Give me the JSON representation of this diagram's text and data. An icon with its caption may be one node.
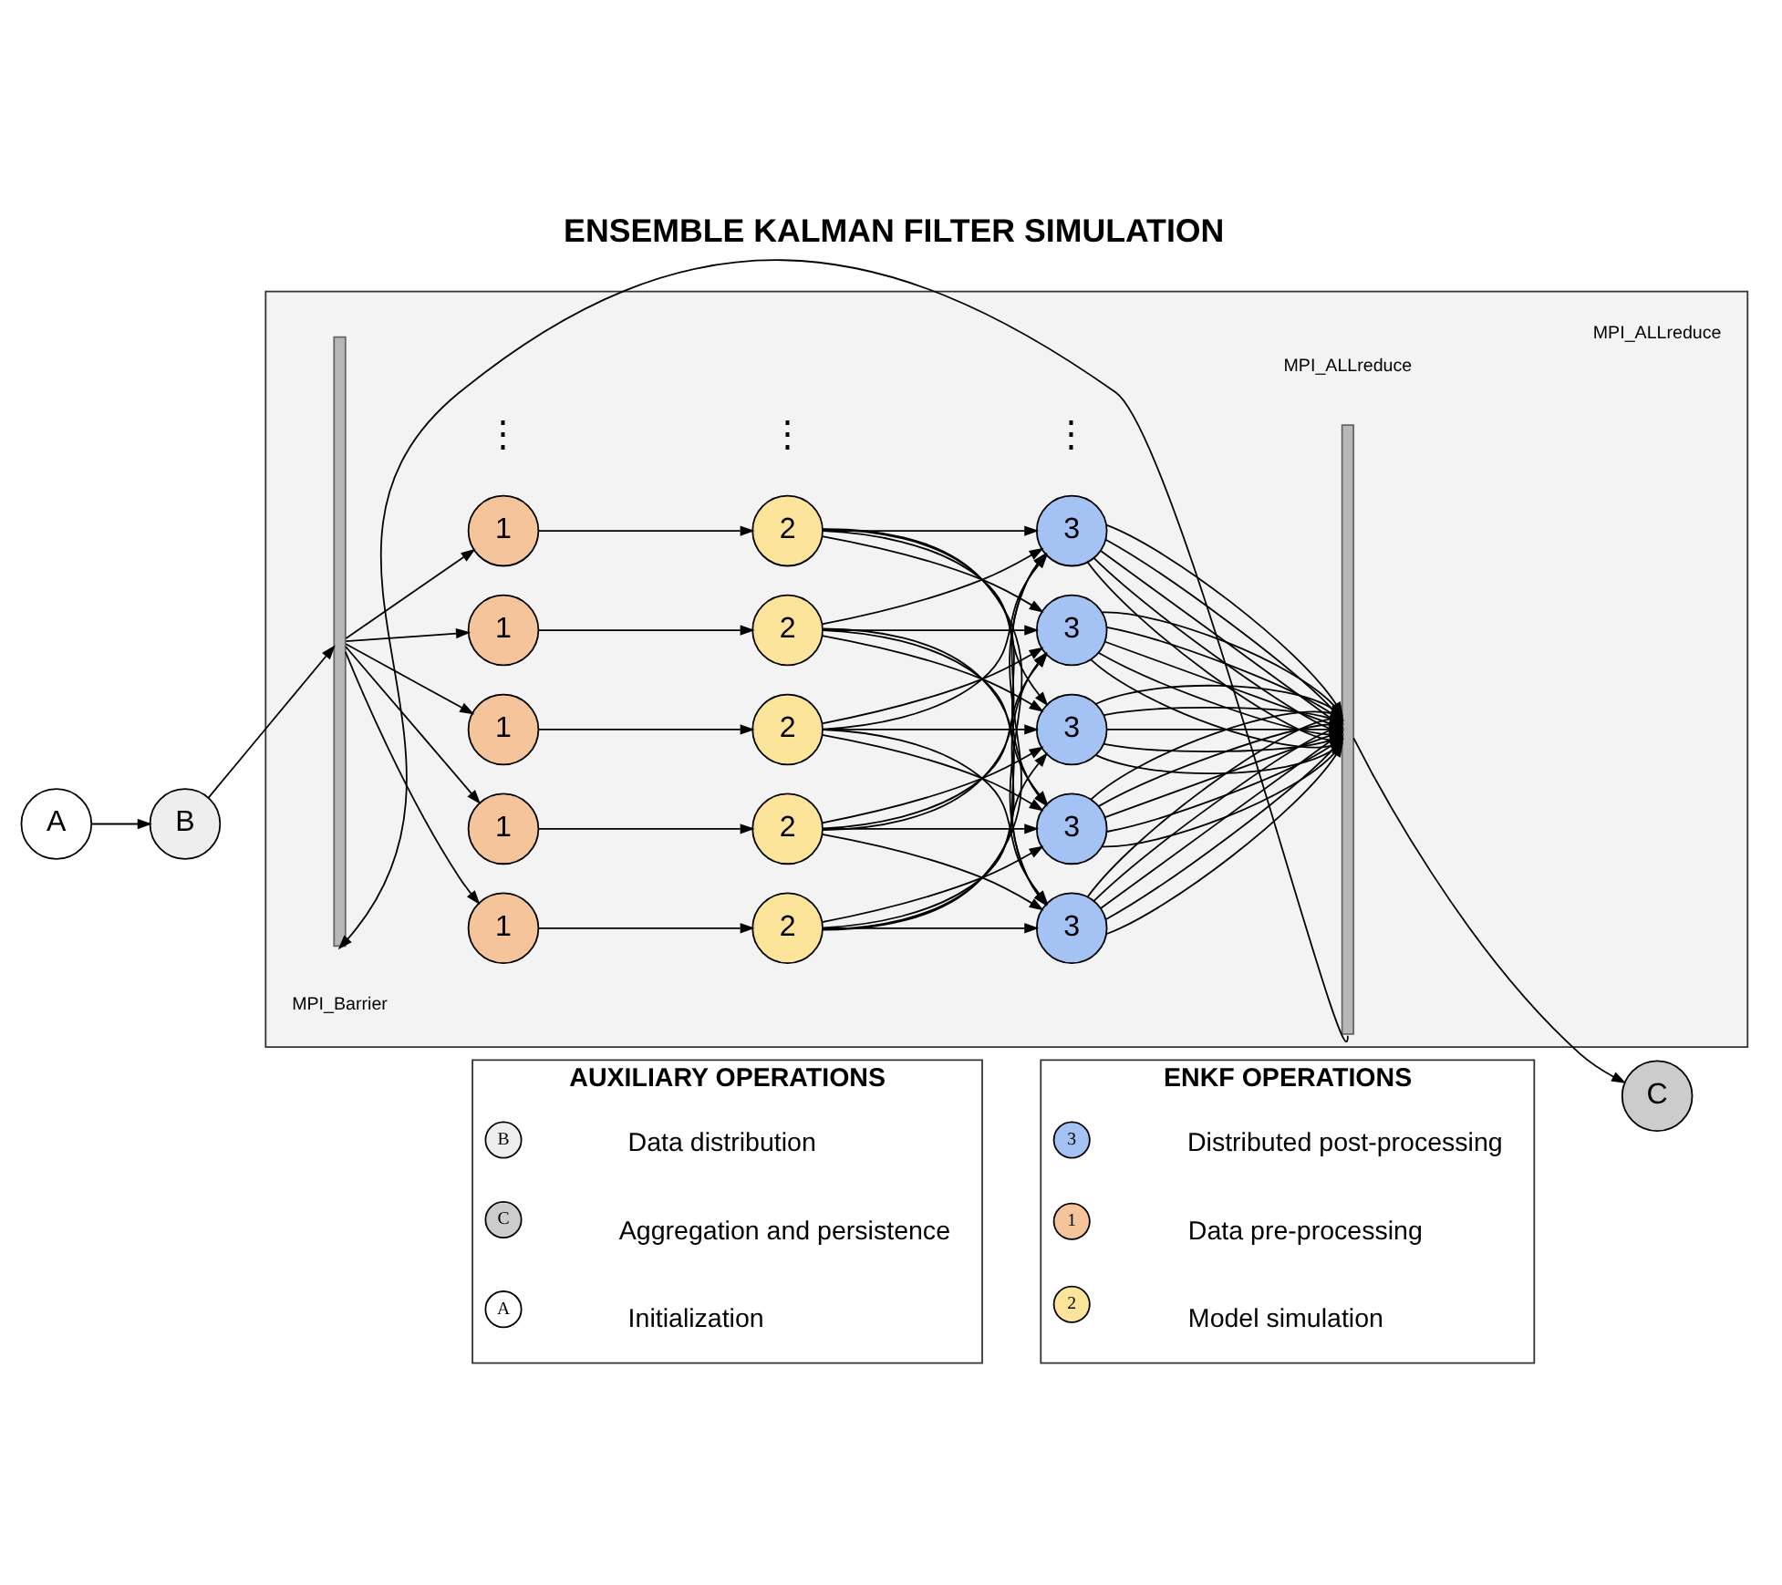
{
  "diagram": {
    "title": "ENSEMBLE KALMAN FILTER SIMULATION",
    "nodes": [
      {
        "text": [
          "A"
        ]
      },
      {
        "text": [
          "B"
        ]
      },
      {
        "text": [],
        "shape": "box"
      },
      {
        "text": [],
        "shape": "bar",
        "in": 2
      },
      {
        "text": [
          "1"
        ],
        "in": 2
      },
      {
        "text": [
          "1"
        ],
        "in": 2
      },
      {
        "text": [
          "1"
        ],
        "in": 2
      },
      {
        "text": [
          "1"
        ],
        "in": 2
      },
      {
        "text": [
          "1"
        ],
        "in": 2
      },
      {
        "text": [
          "2"
        ],
        "in": 2
      },
      {
        "text": [
          "2"
        ],
        "in": 2
      },
      {
        "text": [
          "2"
        ],
        "in": 2
      },
      {
        "text": [
          "2"
        ],
        "in": 2
      },
      {
        "text": [
          "2"
        ],
        "in": 2
      },
      {
        "text": [
          "3"
        ],
        "in": 2
      },
      {
        "text": [
          "3"
        ],
        "in": 2
      },
      {
        "text": [
          "3"
        ],
        "in": 2
      },
      {
        "text": [
          "3"
        ],
        "in": 2
      },
      {
        "text": [
          "3"
        ],
        "in": 2
      },
      {
        "text": [],
        "shape": "bar",
        "in": 2
      },
      {
        "text": [
          "C"
        ]
      },
      {
        "text": [
          "AUXILIARY OPERATIONS"
        ]
      },
      {
        "text": [
          "A"
        ],
        "in": 21,
        "beside": [
          "Initialization"
        ]
      },
      {
        "text": [
          "B"
        ],
        "in": 21,
        "beside": [
          "Data distribution"
        ]
      },
      {
        "text": [
          "C"
        ],
        "in": 21,
        "beside": [
          "Aggregation and persistence"
        ]
      },
      {
        "text": [
          "ENKF OPERATIONS"
        ]
      },
      {
        "text": [
          "1"
        ],
        "in": 25,
        "beside": [
          "Data pre-processing"
        ]
      },
      {
        "text": [
          "2"
        ],
        "in": 25,
        "beside": [
          "Model simulation"
        ]
      },
      {
        "text": [
          "3"
        ],
        "in": 25,
        "beside": [
          "Distributed post-processing"
        ]
      }
    ],
    "edges": [
      {
        "from": 0,
        "to": 1,
        "arrow": "to"
      },
      {
        "from": 1,
        "to": 3,
        "arrow": "to"
      },
      {
        "from": 3,
        "to": 4,
        "arrow": "to"
      },
      {
        "from": 3,
        "to": 5,
        "arrow": "to"
      },
      {
        "from": 3,
        "to": 6,
        "arrow": "to"
      },
      {
        "from": 3,
        "to": 7,
        "arrow": "to"
      },
      {
        "from": 3,
        "to": 8,
        "arrow": "to"
      },
      {
        "from": 4,
        "to": 9,
        "arrow": "to"
      },
      {
        "from": 5,
        "to": 10,
        "arrow": "to"
      },
      {
        "from": 6,
        "to": 11,
        "arrow": "to"
      },
      {
        "from": 7,
        "to": 12,
        "arrow": "to"
      },
      {
        "from": 8,
        "to": 13,
        "arrow": "to"
      },
      {
        "from": 9,
        "to": 14,
        "arrow": "to"
      },
      {
        "from": 9,
        "to": 15,
        "arrow": "to"
      },
      {
        "from": 9,
        "to": 16,
        "arrow": "to"
      },
      {
        "from": 9,
        "to": 17,
        "arrow": "to"
      },
      {
        "from": 9,
        "to": 18,
        "arrow": "to"
      },
      {
        "from": 10,
        "to": 14,
        "arrow": "to"
      },
      {
        "from": 10,
        "to": 15,
        "arrow": "to"
      },
      {
        "from": 10,
        "to": 16,
        "arrow": "to"
      },
      {
        "from": 10,
        "to": 17,
        "arrow": "to"
      },
      {
        "from": 10,
        "to": 18,
        "arrow": "to"
      },
      {
        "from": 11,
        "to": 14,
        "arrow": "to"
      },
      {
        "from": 11,
        "to": 15,
        "arrow": "to"
      },
      {
        "from": 11,
        "to": 16,
        "arrow": "to"
      },
      {
        "from": 11,
        "to": 17,
        "arrow": "to"
      },
      {
        "from": 11,
        "to": 18,
        "arrow": "to"
      },
      {
        "from": 12,
        "to": 14,
        "arrow": "to"
      },
      {
        "from": 12,
        "to": 15,
        "arrow": "to"
      },
      {
        "from": 12,
        "to": 16,
        "arrow": "to"
      },
      {
        "from": 12,
        "to": 17,
        "arrow": "to"
      },
      {
        "from": 12,
        "to": 18,
        "arrow": "to"
      },
      {
        "from": 13,
        "to": 14,
        "arrow": "to"
      },
      {
        "from": 13,
        "to": 15,
        "arrow": "to"
      },
      {
        "from": 13,
        "to": 16,
        "arrow": "to"
      },
      {
        "from": 13,
        "to": 17,
        "arrow": "to"
      },
      {
        "from": 13,
        "to": 18,
        "arrow": "to"
      },
      {
        "from": 14,
        "to": 19,
        "arrow": "to"
      },
      {
        "from": 14,
        "to": 19,
        "arrow": "to"
      },
      {
        "from": 14,
        "to": 19,
        "arrow": "to"
      },
      {
        "from": 14,
        "to": 19,
        "arrow": "to"
      },
      {
        "from": 14,
        "to": 19,
        "arrow": "to"
      },
      {
        "from": 15,
        "to": 19,
        "arrow": "to"
      },
      {
        "from": 15,
        "to": 19,
        "arrow": "to"
      },
      {
        "from": 15,
        "to": 19,
        "arrow": "to"
      },
      {
        "from": 15,
        "to": 19,
        "arrow": "to"
      },
      {
        "from": 15,
        "to": 19,
        "arrow": "to"
      },
      {
        "from": 16,
        "to": 19,
        "arrow": "to"
      },
      {
        "from": 16,
        "to": 19,
        "arrow": "to"
      },
      {
        "from": 16,
        "to": 19,
        "arrow": "to"
      },
      {
        "from": 16,
        "to": 19,
        "arrow": "to"
      },
      {
        "from": 16,
        "to": 19,
        "arrow": "to"
      },
      {
        "from": 17,
        "to": 19,
        "arrow": "to"
      },
      {
        "from": 17,
        "to": 19,
        "arrow": "to"
      },
      {
        "from": 17,
        "to": 19,
        "arrow": "to"
      },
      {
        "from": 17,
        "to": 19,
        "arrow": "to"
      },
      {
        "from": 17,
        "to": 19,
        "arrow": "to"
      },
      {
        "from": 18,
        "to": 19,
        "arrow": "to"
      },
      {
        "from": 18,
        "to": 19,
        "arrow": "to"
      },
      {
        "from": 18,
        "to": 19,
        "arrow": "to"
      },
      {
        "from": 18,
        "to": 19,
        "arrow": "to"
      },
      {
        "from": 18,
        "to": 19,
        "arrow": "to"
      },
      {
        "from": 19,
        "to": 20,
        "arrow": "to"
      },
      {
        "from": 19,
        "to": 3,
        "arrow": "to"
      }
    ],
    "labels": [
      "MPI_Barrier",
      "MPI_ALLreduce",
      "MPI_ALLreduce",
      "⋮",
      "⋮",
      "⋮"
    ]
  }
}
